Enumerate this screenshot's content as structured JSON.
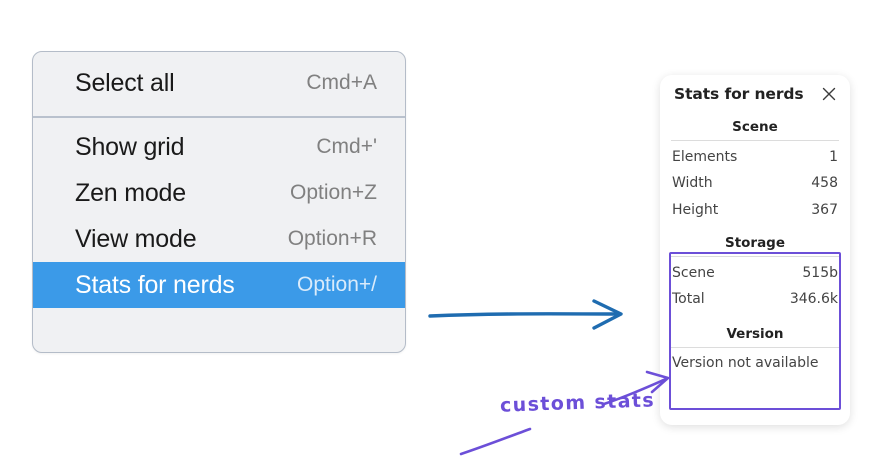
{
  "context_menu": {
    "name": "canvas-context-menu",
    "groups": [
      {
        "items": [
          {
            "label": "Select all",
            "shortcut": "Cmd+A",
            "selected": false
          }
        ]
      },
      {
        "items": [
          {
            "label": "Show grid",
            "shortcut": "Cmd+'",
            "selected": false
          },
          {
            "label": "Zen mode",
            "shortcut": "Option+Z",
            "selected": false
          },
          {
            "label": "View mode",
            "shortcut": "Option+R",
            "selected": false
          },
          {
            "label": "Stats for nerds",
            "shortcut": "Option+/",
            "selected": true
          }
        ]
      }
    ],
    "selected_highlight_color": "#3b9ae8"
  },
  "stats_panel": {
    "title": "Stats for nerds",
    "close_icon": "close-icon",
    "sections": [
      {
        "heading": "Scene",
        "rows": [
          {
            "label": "Elements",
            "value": "1"
          },
          {
            "label": "Width",
            "value": "458"
          },
          {
            "label": "Height",
            "value": "367"
          }
        ]
      },
      {
        "heading": "Storage",
        "rows": [
          {
            "label": "Scene",
            "value": "515b"
          },
          {
            "label": "Total",
            "value": "346.6k"
          }
        ]
      },
      {
        "heading": "Version",
        "note": "Version not available"
      }
    ]
  },
  "annotations": {
    "flow_arrow_color": "#1f6cb0",
    "highlight_color": "#6c4fd8",
    "custom_stats_label": "custom stats"
  }
}
